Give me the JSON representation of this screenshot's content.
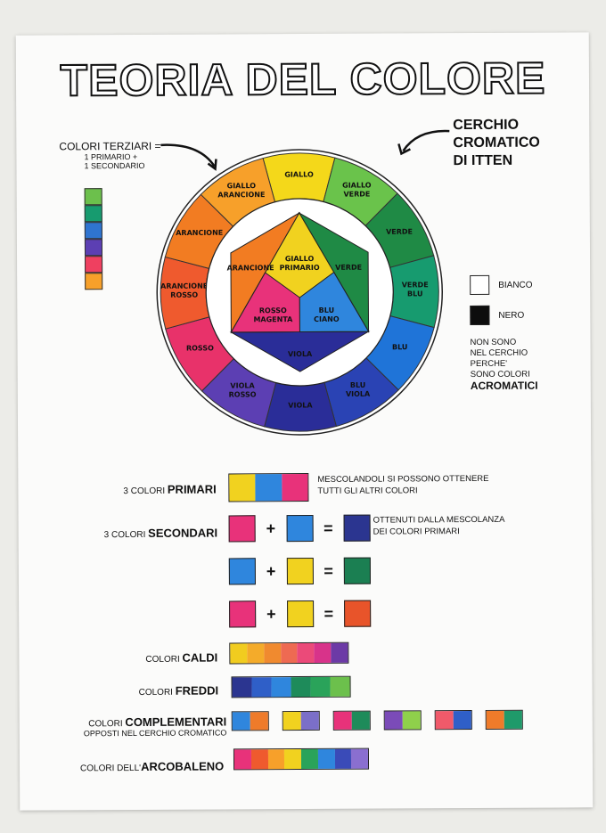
{
  "title": "TEORIA DEL COLORE",
  "tertiary_note": {
    "title": "COLORI TERZIARI =",
    "line1": "1 PRIMARIO +",
    "line2": "1 SECONDARIO"
  },
  "itten_label": {
    "line1": "CERCHIO",
    "line2": "CROMATICO",
    "line3": "DI ITTEN"
  },
  "wheel_segments": [
    {
      "label": "GIALLO",
      "color": "#f4d81a"
    },
    {
      "label": "GIALLO VERDE",
      "color": "#6ac34b"
    },
    {
      "label": "VERDE",
      "color": "#1f8a45"
    },
    {
      "label": "VERDE BLU",
      "color": "#179b6f"
    },
    {
      "label": "BLU",
      "color": "#1f74d8"
    },
    {
      "label": "BLU VIOLA",
      "color": "#2a43b4"
    },
    {
      "label": "VIOLA",
      "color": "#2a2d98"
    },
    {
      "label": "VIOLA ROSSO",
      "color": "#5c3fb3"
    },
    {
      "label": "ROSSO",
      "color": "#e8326a"
    },
    {
      "label": "ARANCIONE ROSSO",
      "color": "#ef5a2e"
    },
    {
      "label": "ARANCIONE",
      "color": "#f27c22"
    },
    {
      "label": "GIALLO ARANCIONE",
      "color": "#f7a02a"
    }
  ],
  "inner": {
    "center": "GIALLO PRIMARIO",
    "red": "ROSSO MAGENTA",
    "blue": "BLU CIANO",
    "orange": "ARANCIONE",
    "green": "VERDE",
    "violet": "VIOLA"
  },
  "achromatic": {
    "white": "BIANCO",
    "black": "NERO",
    "l1": "NON SONO",
    "l2": "NEL CERCHIO",
    "l3": "PERCHE'",
    "l4": "SONO COLORI",
    "l5": "ACROMATICI"
  },
  "primary": {
    "prefix": "3 COLORI",
    "bold": "PRIMARI",
    "note1": "MESCOLANDOLI SI POSSONO OTTENERE",
    "note2": "TUTTI GLI ALTRI COLORI"
  },
  "secondary": {
    "prefix": "3 COLORI",
    "bold": "SECONDARI",
    "note1": "OTTENUTI DALLA MESCOLANZA",
    "note2": "DEI COLORI PRIMARI"
  },
  "mixes": [
    {
      "a": "#e8327a",
      "b": "#2f86dd",
      "r": "#2b3590"
    },
    {
      "a": "#2f86dd",
      "b": "#f1d21f",
      "r": "#1b7f52"
    },
    {
      "a": "#e8327a",
      "b": "#f1d21f",
      "r": "#e8542a"
    }
  ],
  "ops": {
    "plus": "+",
    "eq": "="
  },
  "warm": {
    "prefix": "COLORI",
    "bold": "CALDI",
    "colors": [
      "#f1cc1f",
      "#f4ab2a",
      "#f08a2f",
      "#ee6a52",
      "#eb4a79",
      "#d8338a",
      "#6c3aa6"
    ]
  },
  "cold": {
    "prefix": "COLORI",
    "bold": "FREDDI",
    "colors": [
      "#2b3590",
      "#2f5fc8",
      "#2f86dd",
      "#1e8b5a",
      "#2aa35a",
      "#6cc04c"
    ]
  },
  "complementary": {
    "prefix": "COLORI",
    "bold": "COMPLEMENTARI",
    "sub": "OPPOSTI NEL CERCHIO CROMATICO",
    "pairs": [
      [
        "#2f86dd",
        "#ef7b2a"
      ],
      [
        "#f1d21f",
        "#7b6fc8"
      ],
      [
        "#e8327a",
        "#1e8b5a"
      ],
      [
        "#7b4bb8",
        "#8fd04b"
      ],
      [
        "#f05a6a",
        "#2f5fc8"
      ],
      [
        "#ef7b2a",
        "#1f9a6a"
      ]
    ]
  },
  "rainbow": {
    "prefix": "COLORI DELL'",
    "bold": "ARCOBALENO",
    "colors": [
      "#e8327a",
      "#ef5a2e",
      "#f7a02a",
      "#f1d21f",
      "#2aa35a",
      "#2f86dd",
      "#3a4bb8",
      "#8a6fd0"
    ]
  }
}
